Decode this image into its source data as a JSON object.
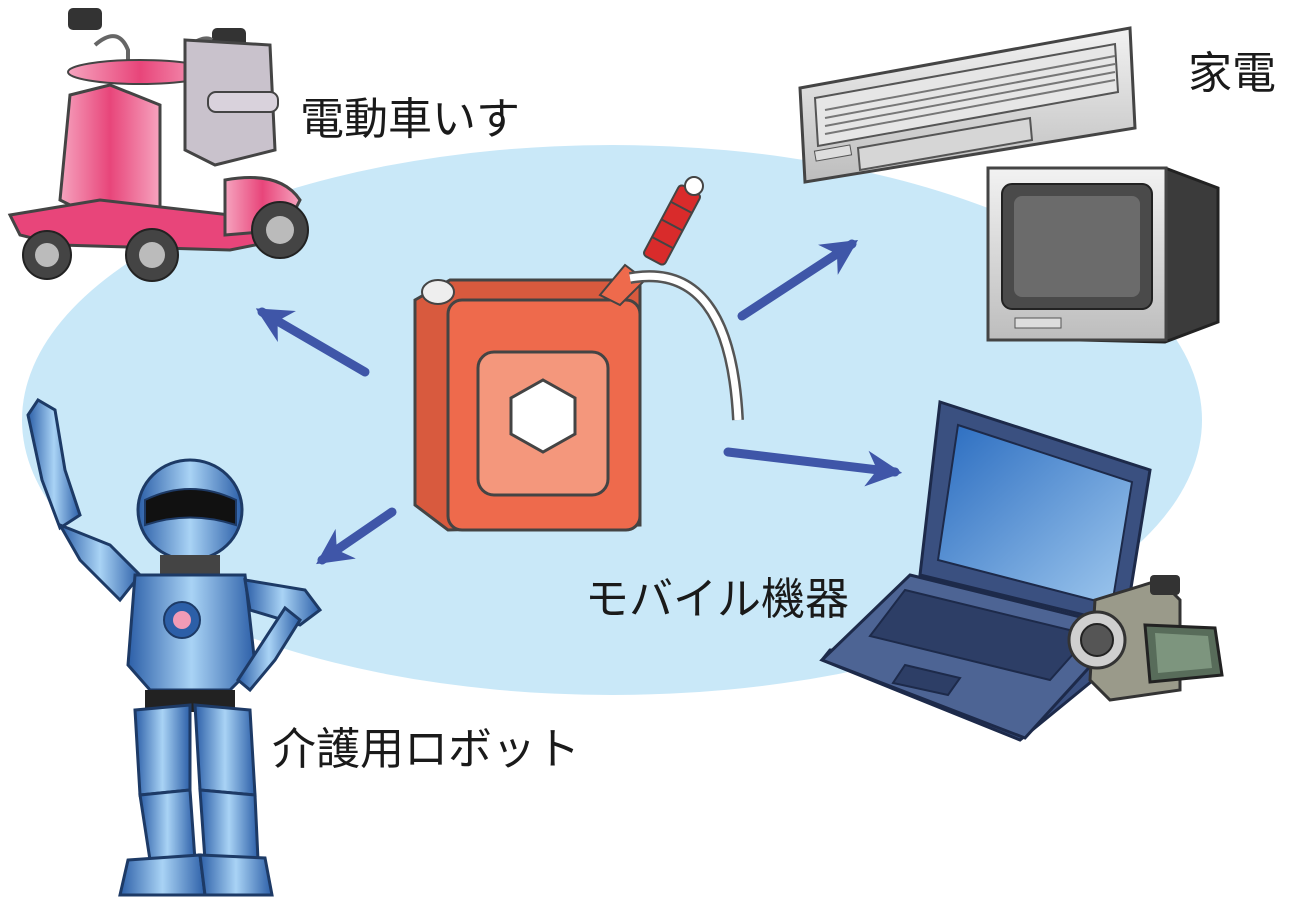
{
  "labels": {
    "wheelchair": "電動車いす",
    "appliance": "家電",
    "mobile": "モバイル機器",
    "robot": "介護用ロボット"
  },
  "colors": {
    "background_ellipse": "#c9e8f8",
    "arrow": "#3f56a8",
    "fuel_tank": "#ee6a4c",
    "wheelchair": "#e8457a",
    "robot": "#5b95d6",
    "laptop": "#3a5080"
  },
  "icons": {
    "center": "fuel-tank-icon",
    "top_left": "electric-wheelchair-icon",
    "top_right": "air-conditioner-and-tv-icon",
    "bottom_right": "laptop-and-camcorder-icon",
    "bottom_left": "care-robot-icon"
  }
}
